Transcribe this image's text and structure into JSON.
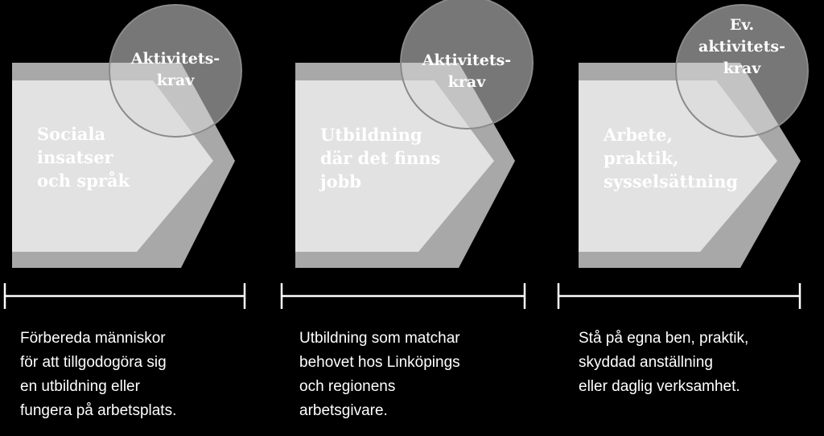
{
  "colors": {
    "background": "#000000",
    "arrow_back": "#a8a8a8",
    "arrow_front": "#e2e2e2",
    "circle_fill": "#d9d9d9",
    "circle_stroke": "#8a8a8a",
    "text": "#ffffff"
  },
  "steps": [
    {
      "title": "Sociala\ninsatser\noch språk",
      "badge": "Aktivitets-\nkrav",
      "description": "Förbereda människor\nför att tillgodogöra sig\nen utbildning eller\nfungera på arbetsplats."
    },
    {
      "title": "Utbildning\ndär det finns\njobb",
      "badge": "Aktivitets-\nkrav",
      "description": "Utbildning som matchar\nbehovet hos Linköpings\noch regionens\narbetsgivare."
    },
    {
      "title": "Arbete,\npraktik,\nsysselsättning",
      "badge": "Ev.\naktivitets-\nkrav",
      "description": "Stå på egna ben, praktik,\nskyddad anställning\neller daglig verksamhet."
    }
  ]
}
